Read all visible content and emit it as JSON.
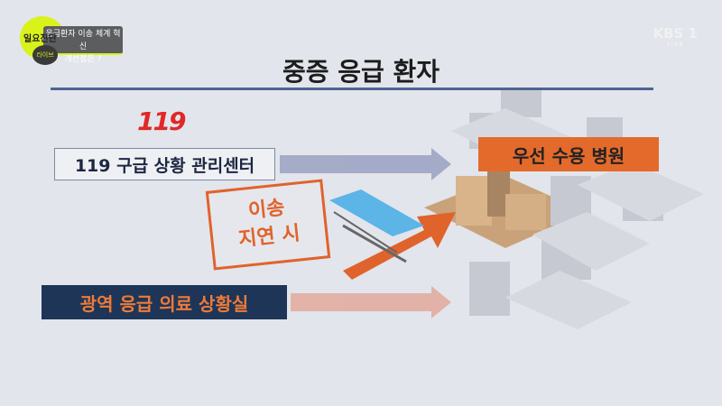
{
  "broadcast": {
    "program_badge": "일요진단",
    "live_tag": "라이브",
    "topic_line1": "응급환자 이송 체계 혁신",
    "topic_line2": "개선점은 ?",
    "channel": "KBS 1",
    "channel_sub": "LIVE"
  },
  "diagram": {
    "title": "중증 응급 환자",
    "logo_text": "119",
    "source_top": "119 구급 상황 관리센터",
    "source_bottom": "광역 응급 의료 상황실",
    "delay_line1": "이송",
    "delay_line2": "지연 시",
    "target": "우선 수용 병원",
    "colors": {
      "orange": "#e36a2b",
      "navy": "#1e3557",
      "accent": "#d9f21a"
    }
  }
}
